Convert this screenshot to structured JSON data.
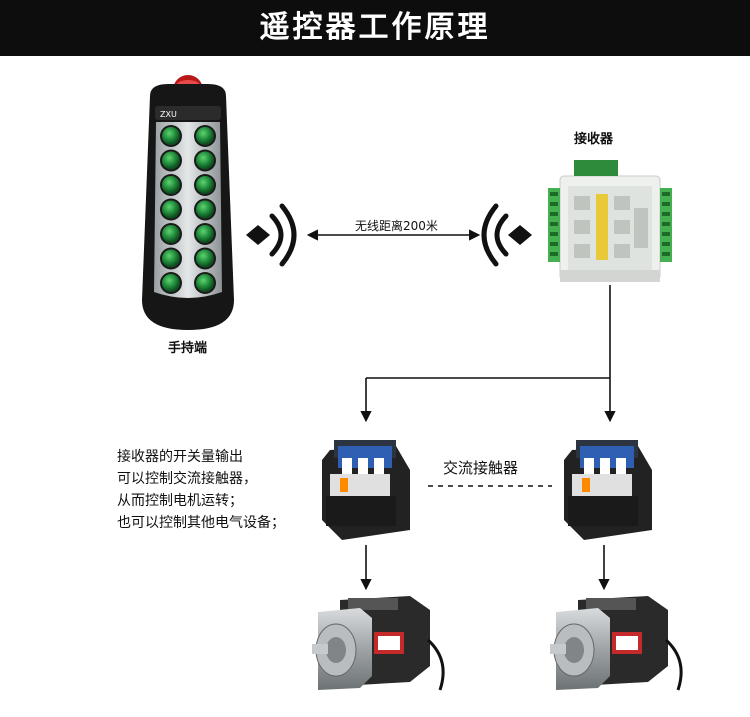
{
  "header": {
    "title": "遥控器工作原理"
  },
  "handheld": {
    "label": "手持端",
    "brand": "ZXU"
  },
  "receiver": {
    "label": "接收器"
  },
  "wireless": {
    "distance_label": "无线距离200米"
  },
  "contactor": {
    "label": "交流接触器"
  },
  "note": {
    "lines": [
      "接收器的开关量输出",
      "可以控制交流接触器，",
      "从而控制电机运转；",
      "也可以控制其他电气设备；"
    ]
  },
  "colors": {
    "button_green": "#1f8a3a",
    "emergency_red": "#d42020",
    "header_bg": "#0d0d0d"
  }
}
